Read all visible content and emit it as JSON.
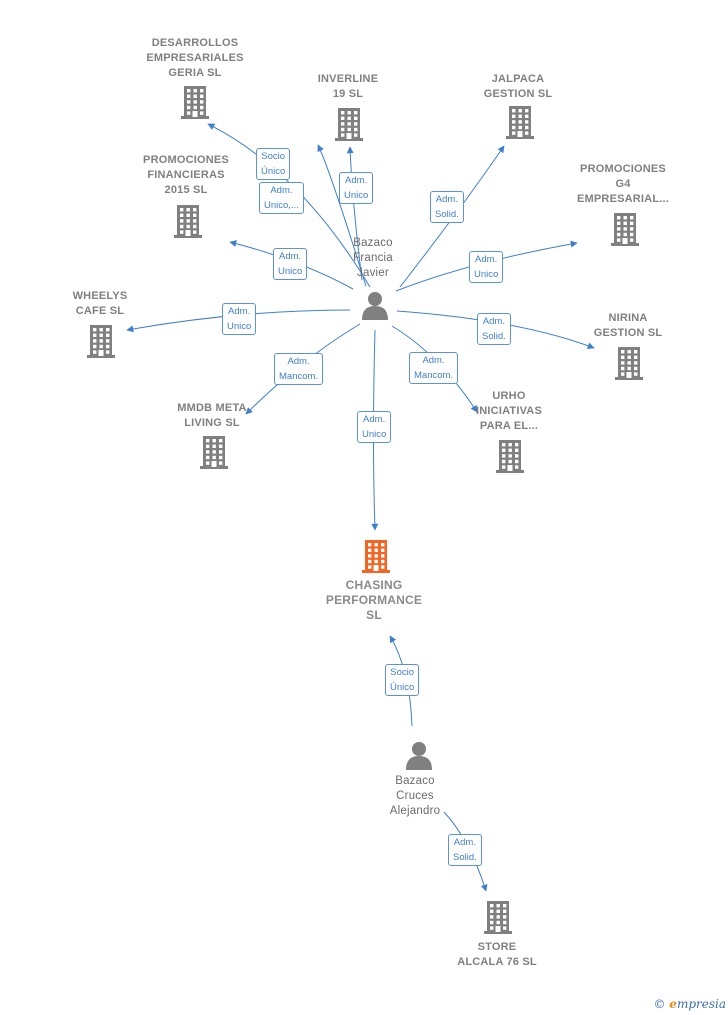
{
  "colors": {
    "edge": "#3f7fcc",
    "building": "#808080",
    "focus": "#f26522",
    "person": "#808080"
  },
  "nodes": [
    {
      "id": "desarrollos",
      "kind": "company",
      "lines": [
        "DESARROLLOS",
        "EMPRESARIALES",
        "GERIA SL"
      ]
    },
    {
      "id": "inverline",
      "kind": "company",
      "lines": [
        "INVERLINE",
        "19  SL"
      ]
    },
    {
      "id": "jalpaca",
      "kind": "company",
      "lines": [
        "JALPACA",
        "GESTION  SL"
      ]
    },
    {
      "id": "promofin",
      "kind": "company",
      "lines": [
        "PROMOCIONES",
        "FINANCIERAS",
        "2015  SL"
      ]
    },
    {
      "id": "promog4",
      "kind": "company",
      "lines": [
        "PROMOCIONES",
        "G4",
        "EMPRESARIAL..."
      ]
    },
    {
      "id": "wheelys",
      "kind": "company",
      "lines": [
        "WHEELYS",
        "CAFE  SL"
      ]
    },
    {
      "id": "nirina",
      "kind": "company",
      "lines": [
        "NIRINA",
        "GESTION SL"
      ]
    },
    {
      "id": "mmdb",
      "kind": "company",
      "lines": [
        "MMDB META",
        "LIVING  SL"
      ]
    },
    {
      "id": "urho",
      "kind": "company",
      "lines": [
        "URHO",
        "INICIATIVAS",
        "PARA EL..."
      ]
    },
    {
      "id": "chasing",
      "kind": "focus",
      "lines": [
        "CHASING",
        "PERFORMANCE",
        "SL"
      ]
    },
    {
      "id": "store",
      "kind": "company",
      "lines": [
        "STORE",
        "ALCALA 76 SL"
      ]
    },
    {
      "id": "francia",
      "kind": "person",
      "lines": [
        "Bazaco",
        "Francia",
        "Javier"
      ]
    },
    {
      "id": "cruces",
      "kind": "person",
      "lines": [
        "Bazaco",
        "Cruces",
        "Alejandro"
      ]
    }
  ],
  "relations": [
    {
      "id": "r-desarrollos",
      "lines": [
        "Socio",
        "Único"
      ]
    },
    {
      "id": "r-inverline",
      "lines": [
        "Adm.",
        "Unico"
      ]
    },
    {
      "id": "r-promofin",
      "lines": [
        "Adm.",
        "Unico,..."
      ]
    },
    {
      "id": "r-jalpaca",
      "lines": [
        "Adm.",
        "Solid."
      ]
    },
    {
      "id": "r-promofin2",
      "lines": [
        "Adm.",
        "Unico"
      ]
    },
    {
      "id": "r-promog4",
      "lines": [
        "Adm.",
        "Unico"
      ]
    },
    {
      "id": "r-wheelys",
      "lines": [
        "Adm.",
        "Unico"
      ]
    },
    {
      "id": "r-nirina",
      "lines": [
        "Adm.",
        "Solid."
      ]
    },
    {
      "id": "r-mmdb",
      "lines": [
        "Adm.",
        "Mancom."
      ]
    },
    {
      "id": "r-urho",
      "lines": [
        "Adm.",
        "Mancom."
      ]
    },
    {
      "id": "r-chasing",
      "lines": [
        "Adm.",
        "Unico"
      ]
    },
    {
      "id": "r-cruces",
      "lines": [
        "Socio",
        "Único"
      ]
    },
    {
      "id": "r-store",
      "lines": [
        "Adm.",
        "Solid."
      ]
    }
  ],
  "footer": {
    "copyright": "©",
    "brand_e": "e",
    "brand_rest": "mpresia"
  }
}
